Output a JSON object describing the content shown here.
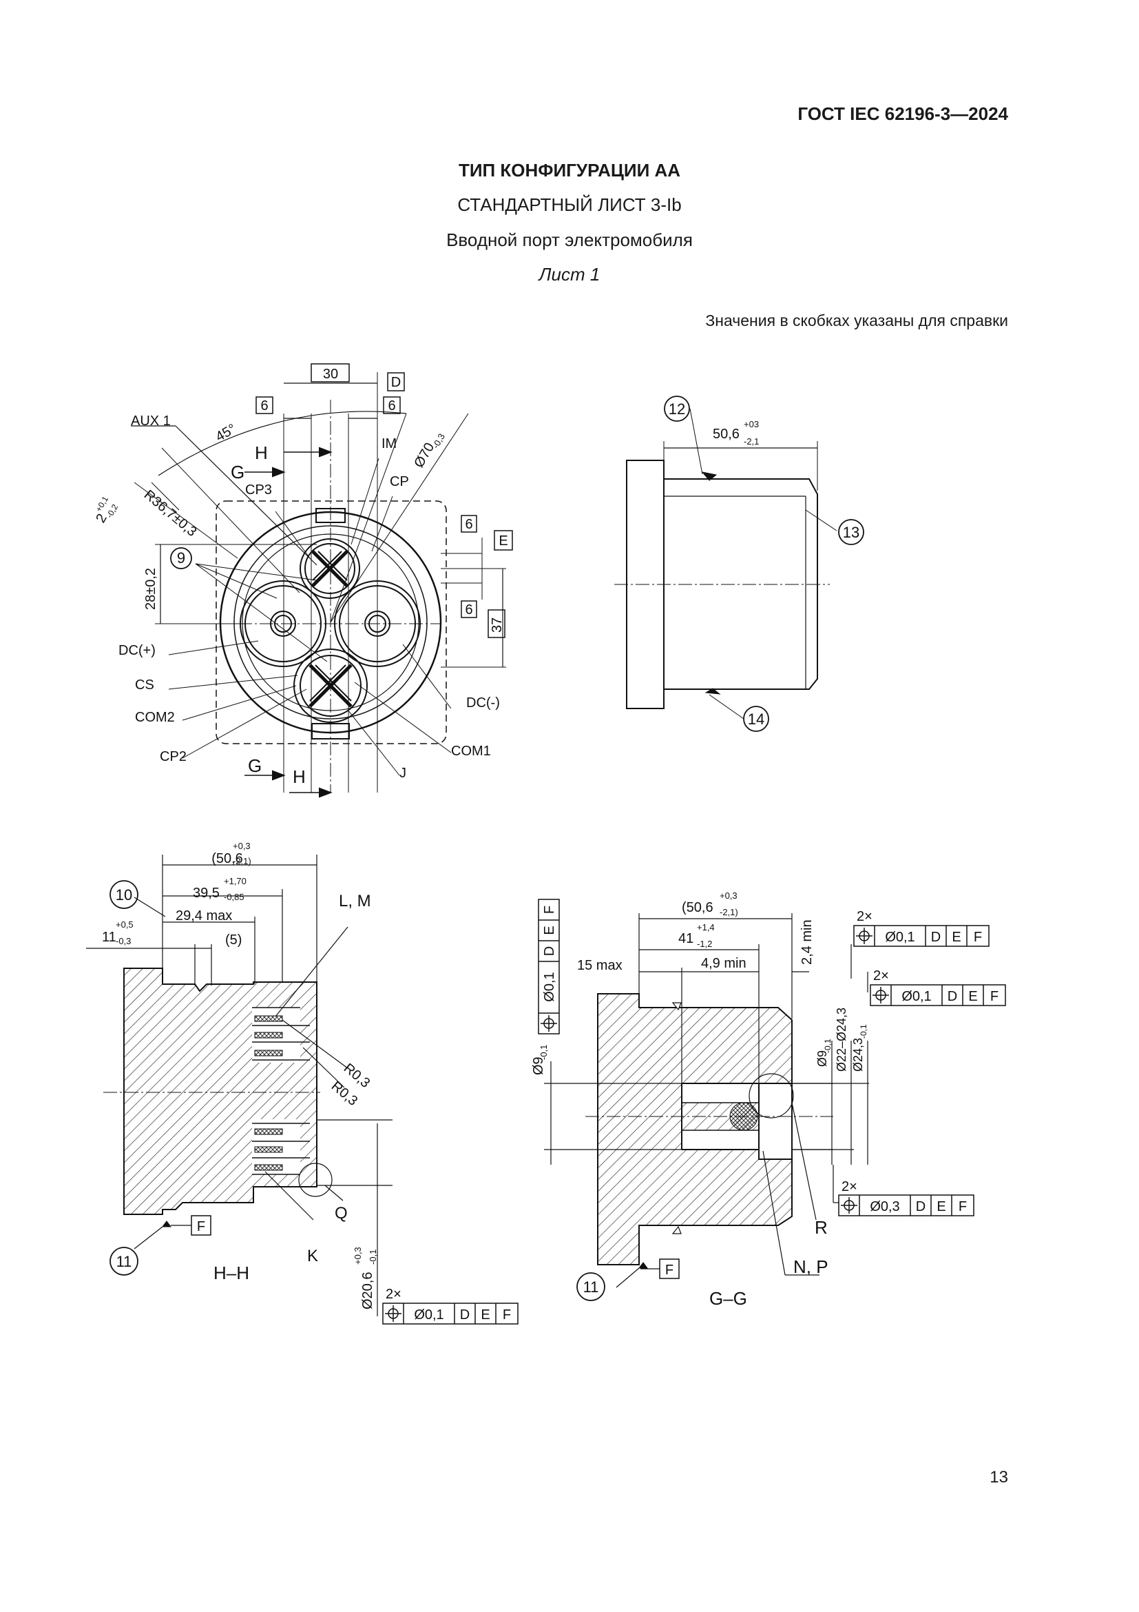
{
  "header": {
    "standard_code": "ГОСТ IEC 62196-3—2024",
    "title": "ТИП КОНФИГУРАЦИИ АА",
    "subtitle": "СТАНДАРТНЫЙ ЛИСТ 3-Ib",
    "description": "Вводной порт электромобиля",
    "sheet": "Лист 1",
    "note": "Значения в скобках указаны для справки"
  },
  "front_view": {
    "dim_30": "30",
    "datum_d": "D",
    "dim_6a": "6",
    "dim_6b": "6",
    "aux1": "AUX 1",
    "angle": "45°",
    "section_h": "H",
    "section_g": "G",
    "im": "IM",
    "dia70": "Ø70",
    "dia70_tol": "-0,3",
    "cp3": "CP3",
    "cp": "CP",
    "tol_2": "2",
    "tol_2_up": "+0,1",
    "tol_2_low": "-0,2",
    "radius": "R36,7±0,3",
    "callout_9": "9",
    "dim_28": "28±0,2",
    "dim_6c": "6",
    "dim_6d": "6",
    "datum_e": "E",
    "dim_37": "37",
    "dc_plus": "DC(+)",
    "cs": "CS",
    "com2": "COM2",
    "cp2": "CP2",
    "dc_minus": "DC(-)",
    "com1": "COM1",
    "j": "J"
  },
  "side_view": {
    "callout_12": "12",
    "callout_13": "13",
    "callout_14": "14",
    "length": "50,6",
    "length_up": "+03",
    "length_low": "-2,1"
  },
  "section_hh": {
    "label": "H–H",
    "callout_10": "10",
    "callout_11": "11",
    "len_ref": "(50,6",
    "len_ref_up": "+0,3",
    "len_ref_low": "-2,1)",
    "d395": "39,5",
    "d395_up": "+1,70",
    "d395_low": "-0,85",
    "d294": "29,4 max",
    "d11": "11",
    "d11_up": "+0,5",
    "d11_low": "-0,3",
    "d5": "(5)",
    "lm": "L, M",
    "r03a": "R0,3",
    "r03b": "R0,3",
    "q": "Q",
    "k": "K",
    "datum_f": "F",
    "dia206": "Ø20,6",
    "dia206_up": "+0,3",
    "dia206_low": "-0,1",
    "fcf_count": "2×",
    "fcf_tol": "Ø0,1",
    "fcf_d": "D",
    "fcf_e": "E",
    "fcf_f": "F"
  },
  "section_gg": {
    "label": "G–G",
    "callout_11": "11",
    "len_ref": "(50,6",
    "len_ref_up": "+0,3",
    "len_ref_low": "-2,1)",
    "d41": "41",
    "d41_up": "+1,4",
    "d41_low": "-1,2",
    "d15": "15 max",
    "d49": "4,9 min",
    "d24": "2,4 min",
    "dia9": "Ø9",
    "dia9_tol": "-0,1",
    "dia9b": "Ø9",
    "dia9b_tol": "-0,1",
    "dia22": "Ø22–Ø24,3",
    "dia243": "Ø24,3",
    "dia243_tol": "-0,1",
    "r": "R",
    "np": "N, P",
    "datum_f": "F",
    "fcf1_count": "2×",
    "fcf1_tol": "Ø0,1",
    "fcf2_count": "2×",
    "fcf2_tol": "Ø0,1",
    "fcf3_count": "2×",
    "fcf3_tol": "Ø0,3",
    "fcf_v_tol": "Ø0,1",
    "fcf_d": "D",
    "fcf_e": "E",
    "fcf_f": "F"
  },
  "footer": {
    "page_number": "13"
  }
}
